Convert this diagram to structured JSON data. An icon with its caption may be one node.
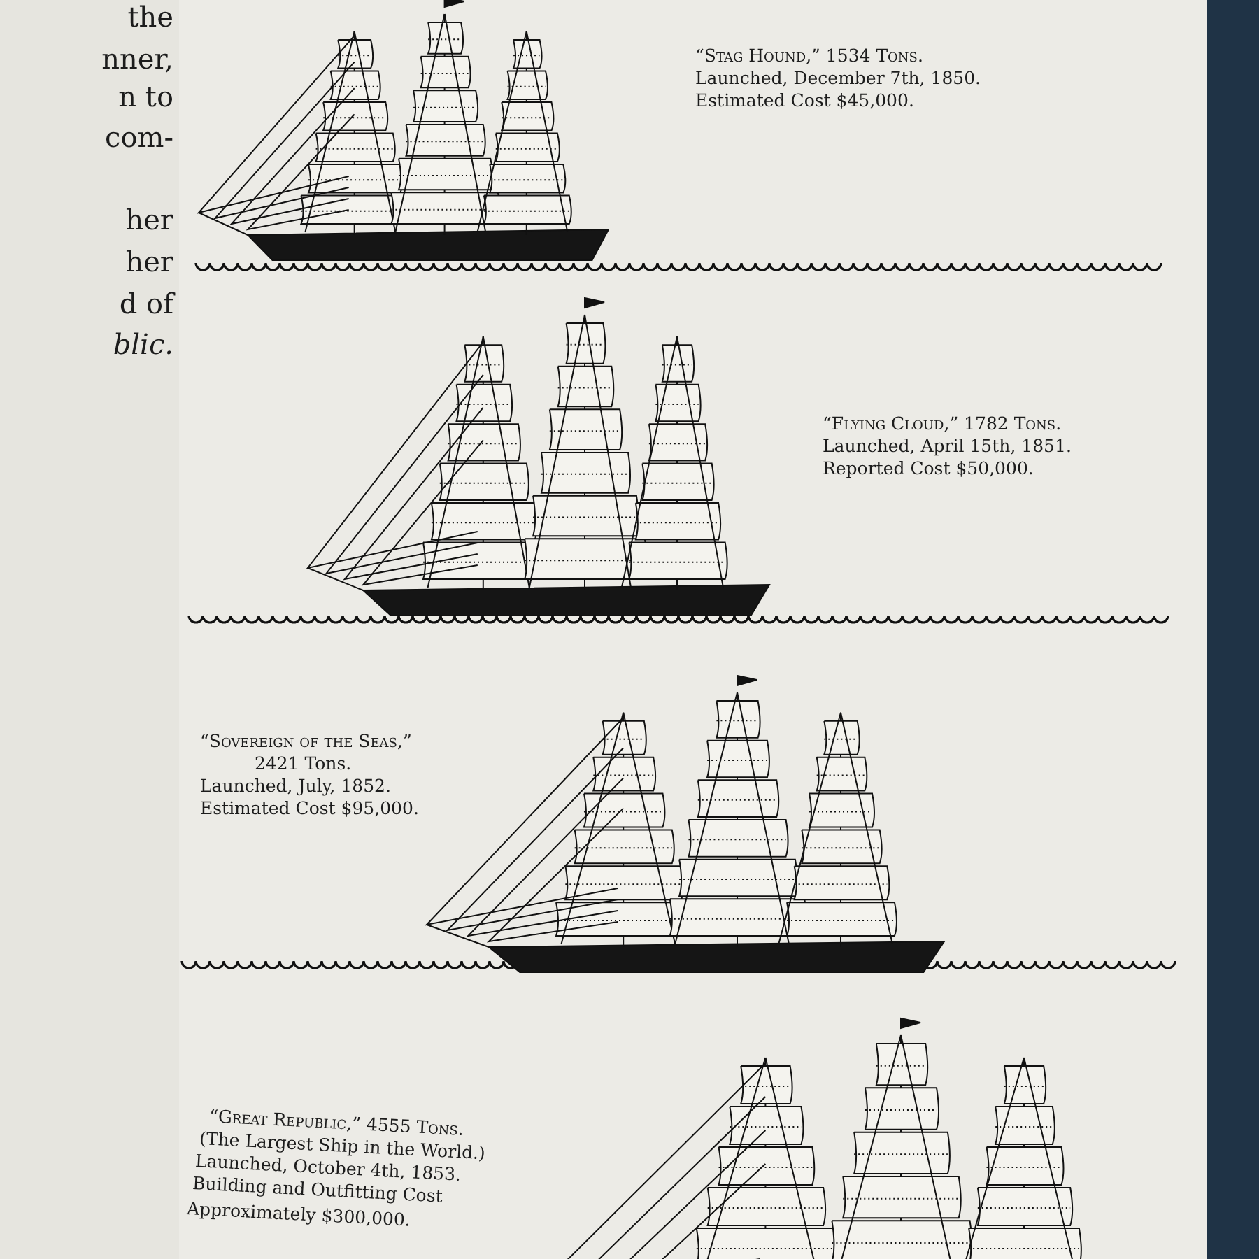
{
  "diagram": {
    "labels": [
      "the",
      "nner,",
      "n to",
      "com-",
      "her",
      "her",
      "d of",
      "blic.",
      "“Stag Hound,” 1534 Tons.",
      "Launched, December 7th, 1850.",
      "Estimated Cost $45,000.",
      "“Flying Cloud,” 1782 Tons.",
      "Launched, April 15th, 1851.",
      "Reported Cost $50,000.",
      "“Sovereign of the Seas,”",
      "2421 Tons.",
      "Launched, July, 1852.",
      "Estimated Cost $95,000.",
      "“Great Republic,” 4555 Tons.",
      "(The Largest Ship in the World.)",
      "Launched, October 4th, 1853.",
      "Building and Outfitting Cost",
      "Approximately $300,000."
    ]
  }
}
